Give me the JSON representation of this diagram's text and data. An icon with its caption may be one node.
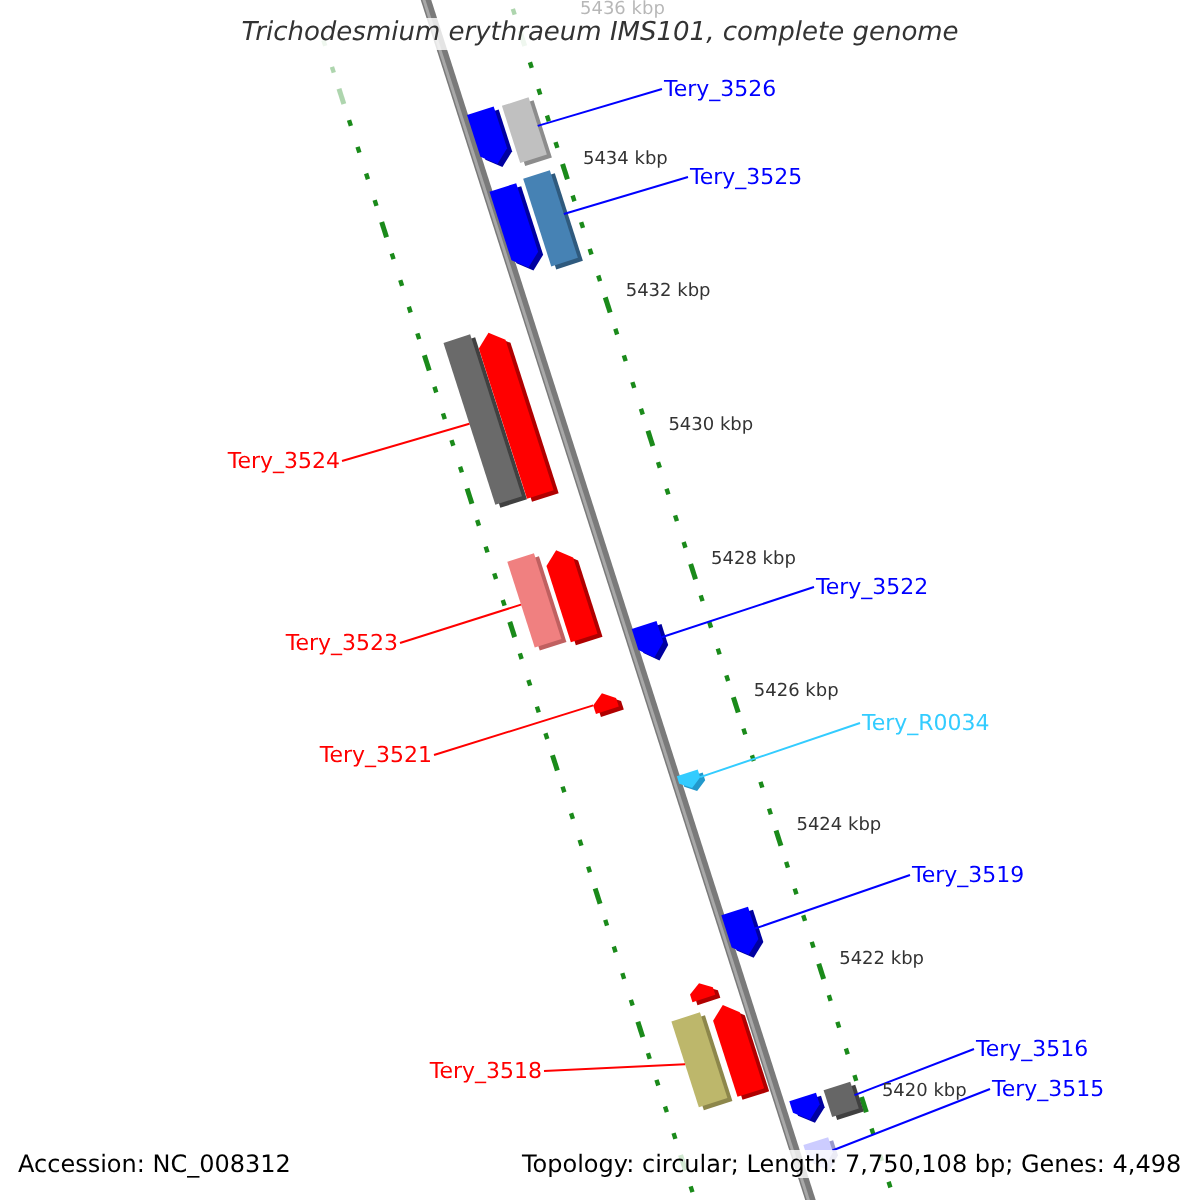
{
  "diagram": {
    "title": "Trichodesmium erythraeum IMS101, complete genome",
    "nodes": [
      {
        "text": [
          "Tery_3526"
        ]
      },
      {
        "text": [
          "Tery_3525"
        ]
      },
      {
        "text": [
          "Tery_3524"
        ]
      },
      {
        "text": [
          "Tery_3523"
        ]
      },
      {
        "text": [
          "Tery_3522"
        ]
      },
      {
        "text": [
          "Tery_R0034"
        ]
      },
      {
        "text": [
          "Tery_3521"
        ]
      },
      {
        "text": [
          "Tery_3519"
        ]
      },
      {
        "text": [
          "Tery_3518"
        ]
      },
      {
        "text": [
          "Tery_3516"
        ]
      },
      {
        "text": [
          "Tery_3515"
        ]
      },
      {
        "text": [],
        "shape": "pentagon"
      },
      {
        "text": [],
        "shape": "box"
      },
      {
        "text": [],
        "shape": "pentagon"
      },
      {
        "text": [],
        "shape": "box"
      },
      {
        "text": [],
        "shape": "box"
      },
      {
        "text": [],
        "shape": "pentagon"
      },
      {
        "text": [],
        "shape": "box"
      },
      {
        "text": [],
        "shape": "pentagon"
      },
      {
        "text": [],
        "shape": "pentagon"
      },
      {
        "text": [],
        "shape": "pentagon"
      },
      {
        "text": [],
        "shape": "pentagon"
      },
      {
        "text": [],
        "shape": "pentagon"
      },
      {
        "text": [],
        "shape": "pentagon"
      },
      {
        "text": [],
        "shape": "box"
      },
      {
        "text": [],
        "shape": "pentagon"
      },
      {
        "text": [],
        "shape": "pentagon"
      },
      {
        "text": [],
        "shape": "box"
      },
      {
        "text": [],
        "shape": "pentagon"
      }
    ],
    "edges": [
      {
        "from": 0,
        "to": 12,
        "arrow": "none"
      },
      {
        "from": 1,
        "to": 14,
        "arrow": "none"
      },
      {
        "from": 2,
        "to": 15,
        "arrow": "none",
        "color": "#ff0000"
      },
      {
        "from": 3,
        "to": 17,
        "arrow": "none",
        "color": "#ff0000"
      },
      {
        "from": 4,
        "to": 19,
        "arrow": "none"
      },
      {
        "from": 5,
        "to": 21,
        "arrow": "none",
        "color": "#33ccff"
      },
      {
        "from": 6,
        "to": 20,
        "arrow": "none",
        "color": "#ff0000"
      },
      {
        "from": 7,
        "to": 22,
        "arrow": "none"
      },
      {
        "from": 8,
        "to": 24,
        "arrow": "none",
        "color": "#ff0000"
      },
      {
        "from": 9,
        "to": 27,
        "arrow": "none"
      },
      {
        "from": 10,
        "to": 28,
        "arrow": "none"
      }
    ],
    "labels": [
      "5436 kbp",
      "5434 kbp",
      "5432 kbp",
      "5430 kbp",
      "5428 kbp",
      "5426 kbp",
      "5424 kbp",
      "5422 kbp",
      "5420 kbp",
      "Accession: NC_008312",
      "Topology: circular; Length: 7,750,108 bp; Genes: 4,498"
    ]
  }
}
